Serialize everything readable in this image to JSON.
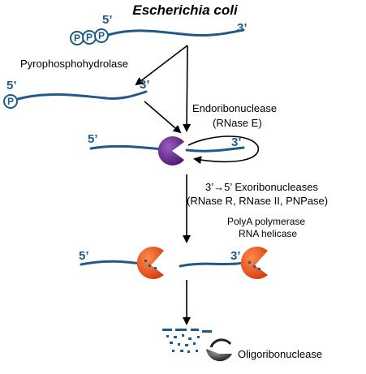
{
  "title": "Escherichia coli",
  "primes": {
    "five": "5’",
    "three": "3’"
  },
  "phosphate": "P",
  "labels": {
    "pyro": "Pyrophosphohydrolase",
    "endo_1": "Endoribonuclease",
    "endo_2": "(RNase E)",
    "exo_1": "3’→5’ Exoribonucleases",
    "exo_2": "(RNase R, RNase II, PNPase)",
    "polya_1": "PolyA polymerase",
    "polya_2": "RNA helicase",
    "oligo": "Oligoribonuclease"
  },
  "colors": {
    "rna": "#1f5a8a",
    "rnase_e": "#6b2c91",
    "exonuclease": "#e8501e",
    "oligo_enzyme": "#555555"
  }
}
